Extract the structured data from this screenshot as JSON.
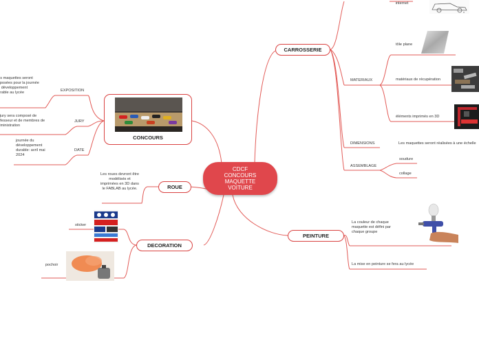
{
  "central": {
    "title_lines": [
      "CDCF",
      "CONCOURS",
      "MAQUETTE",
      "VOITURE"
    ]
  },
  "branches": {
    "carrosserie": {
      "label": "CARROSSERIE",
      "patron": "patron existant sur internet",
      "materiaux": {
        "label": "MATERIAUX",
        "items": [
          "tôle plane",
          "matériaux de récupération",
          "éléments imprimés en 3D"
        ]
      },
      "dimensions": {
        "label": "DIMENSIONS",
        "text": "Les maquettes seront réalisées à une échelle"
      },
      "assemblage": {
        "label": "ASSEMBLAGE",
        "items": [
          "soudure",
          "collage"
        ]
      }
    },
    "peinture": {
      "label": "PEINTURE",
      "items": [
        "La couleur de chaque maquette est défini par chaque groupe",
        "La mise  en peinture se fera au lycée"
      ]
    },
    "concours": {
      "label": "CONCOURS",
      "exposition": {
        "label": "EXPOSITION",
        "text": "Les maquettes seront exposées pour la journée du développement durable au lycée"
      },
      "jury": {
        "label": "JURY",
        "text": "Le jury sera composé de professeur et de membres de l'administration"
      },
      "date": {
        "label": "DATE",
        "text": "journée du développement durable: avril mai 2024"
      }
    },
    "roue": {
      "label": "ROUE",
      "text": "Les roues devront être modélisés et imprimées en 3D dans le FABLAB au lycée."
    },
    "decoration": {
      "label": "DECORATION",
      "items": [
        "sticker",
        "pochoir"
      ]
    }
  },
  "colors": {
    "accent": "#e0474c",
    "line": "#e05050",
    "car_red": "#d42020"
  }
}
